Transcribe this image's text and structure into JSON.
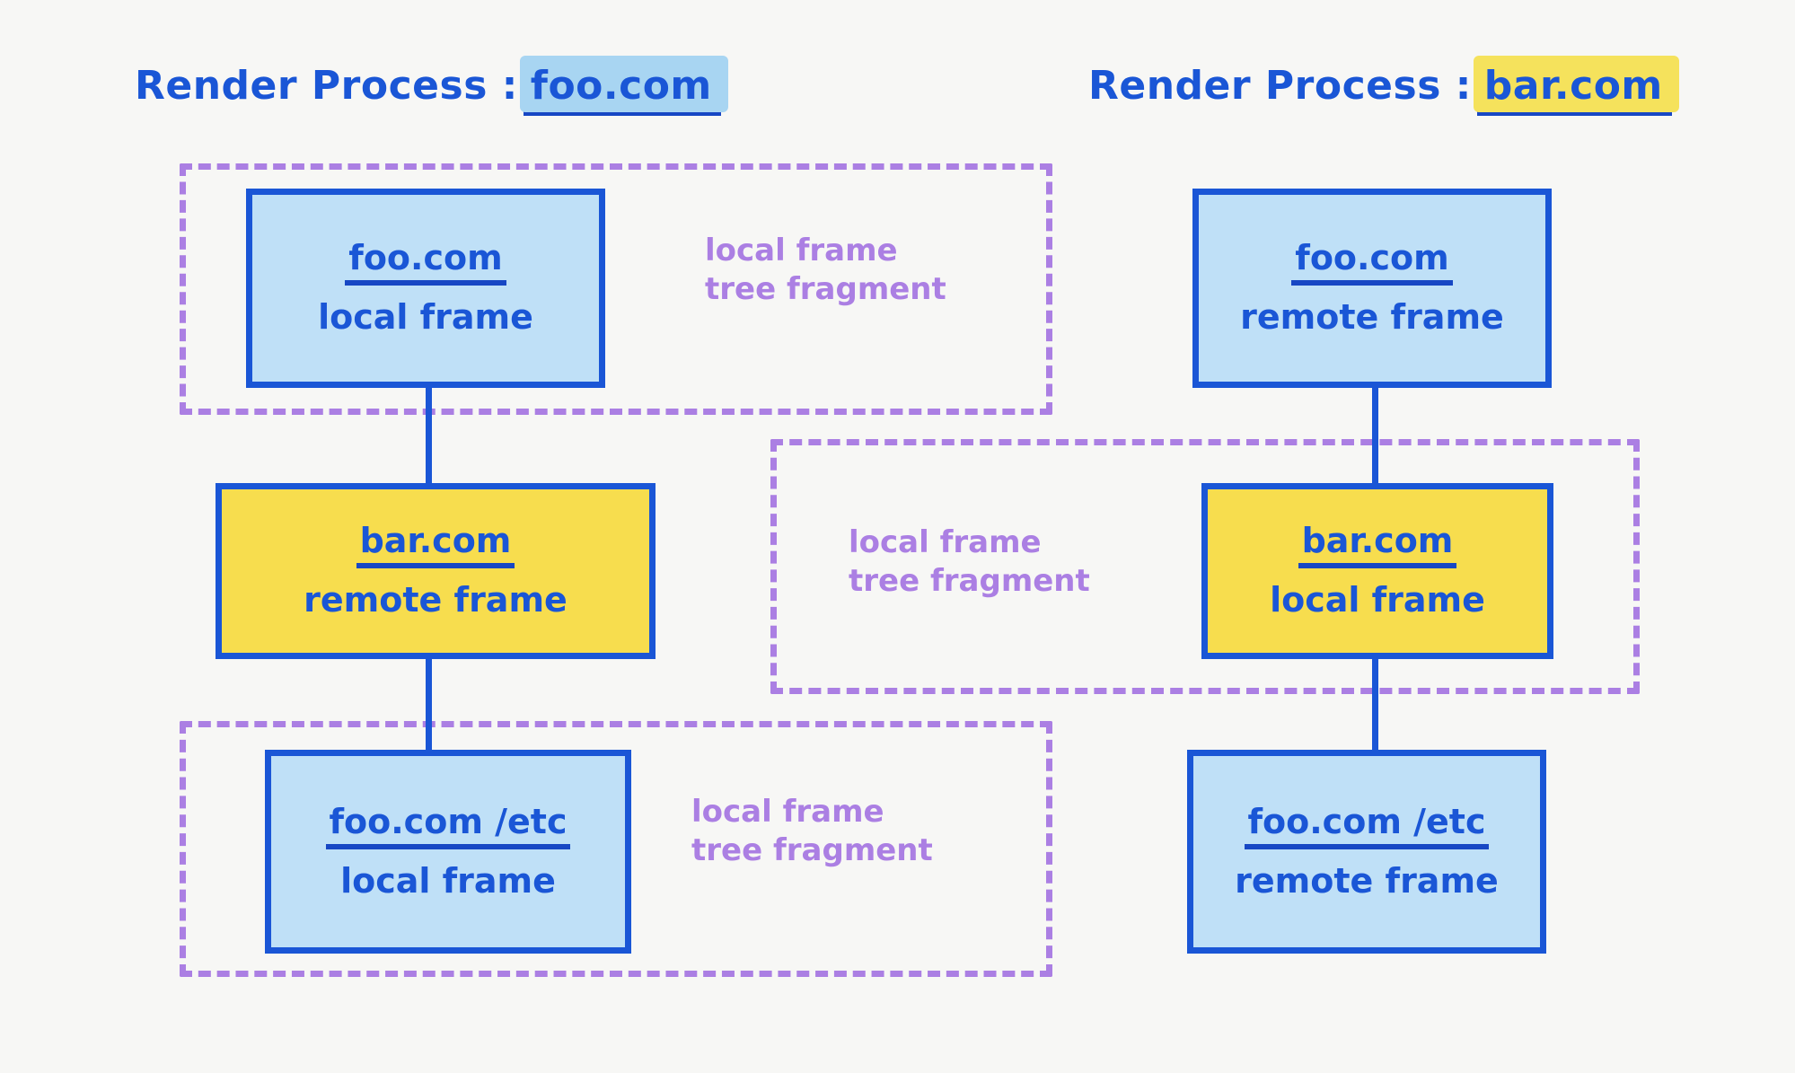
{
  "diagram": {
    "title_prefix": "Render Process :",
    "background_color": "#f7f7f5",
    "ink_color": "#1a56d6",
    "fragment_color": "#ab7fe3",
    "blue_fill": "#bfe0f7",
    "yellow_fill": "#f7dd4e",
    "blue_highlight": "#a8d5f2",
    "yellow_highlight": "#f5e25c"
  },
  "processes": [
    {
      "id": "foo-process",
      "label": "Render Process :",
      "host": "foo.com",
      "highlight_color": "#a8d5f2",
      "frames": [
        {
          "url": "foo.com",
          "kind": "local frame",
          "fill": "blue"
        },
        {
          "url": "bar.com",
          "kind": "remote frame",
          "fill": "yellow"
        },
        {
          "url": "foo.com /etc",
          "kind": "local frame",
          "fill": "blue"
        }
      ],
      "fragments": [
        {
          "label": "local frame\ntree fragment"
        },
        {
          "label": "local frame\ntree fragment"
        }
      ]
    },
    {
      "id": "bar-process",
      "label": "Render Process :",
      "host": "bar.com",
      "highlight_color": "#f5e25c",
      "frames": [
        {
          "url": "foo.com",
          "kind": "remote frame",
          "fill": "blue"
        },
        {
          "url": "bar.com",
          "kind": "local frame",
          "fill": "yellow"
        },
        {
          "url": "foo.com /etc",
          "kind": "remote frame",
          "fill": "blue"
        }
      ],
      "fragments": [
        {
          "label": "local frame\ntree fragment"
        }
      ]
    }
  ]
}
